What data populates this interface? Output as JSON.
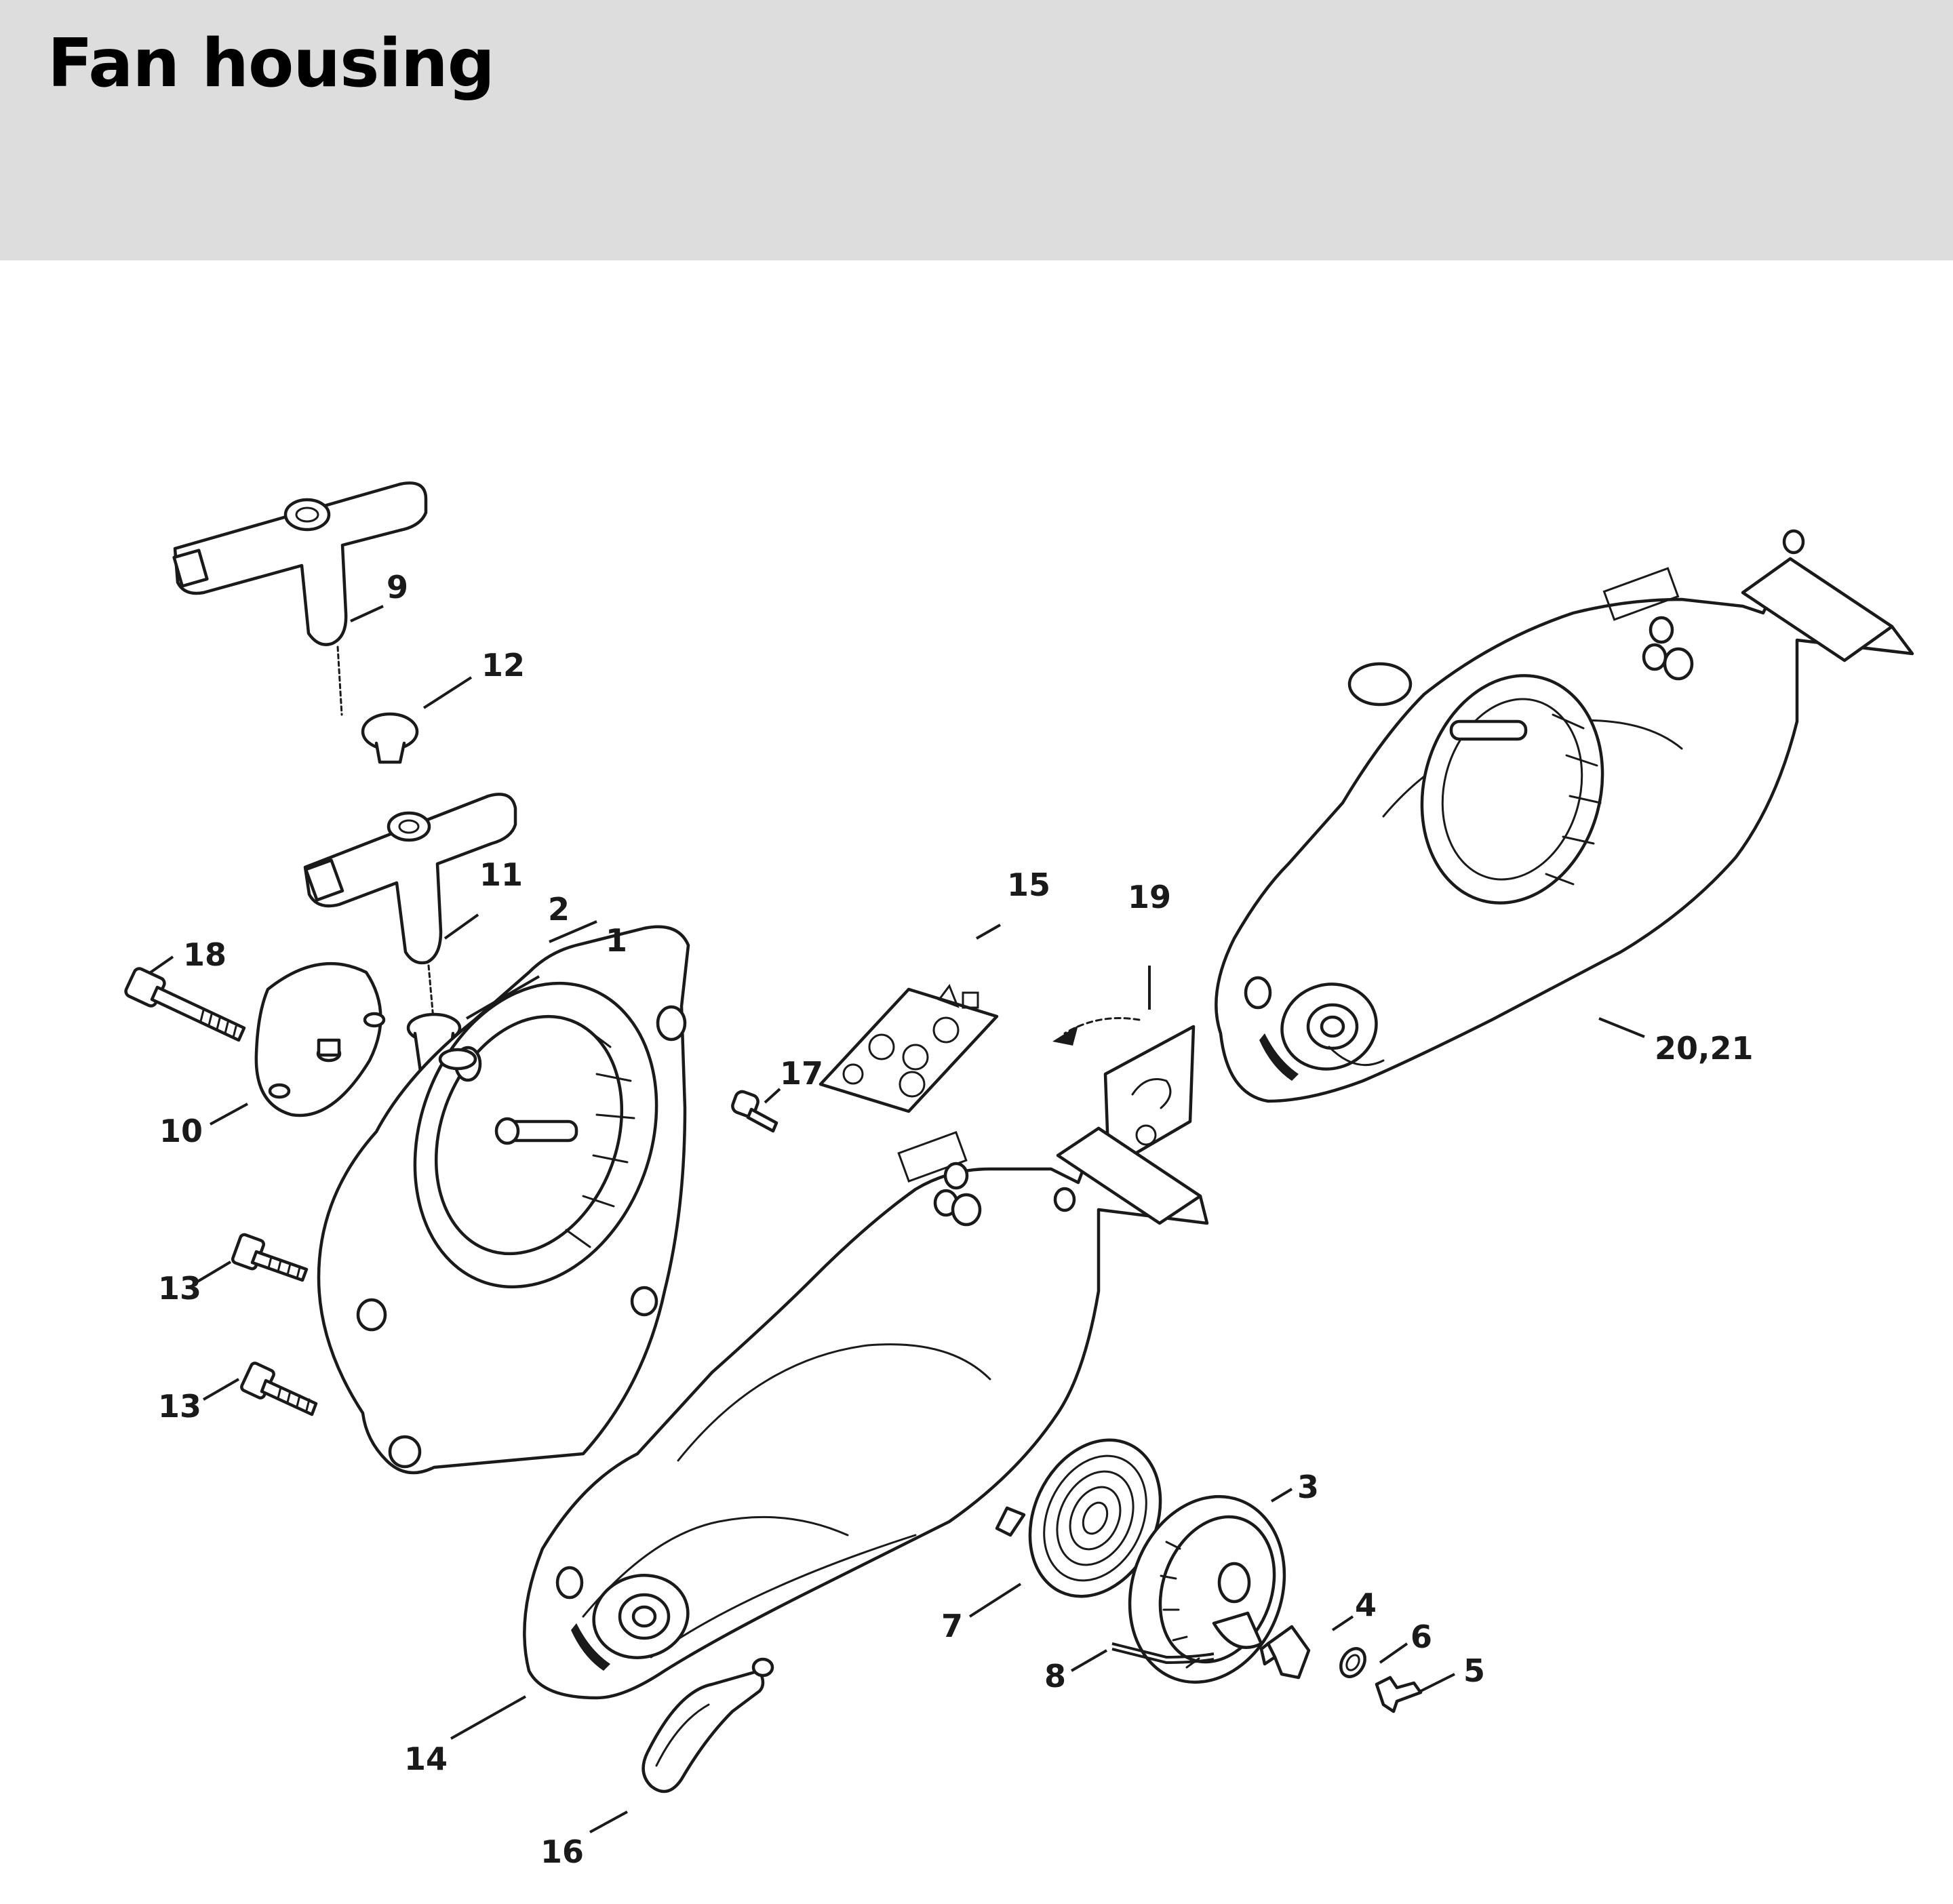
{
  "header": {
    "title": "Fan housing"
  },
  "callouts": {
    "c1": "1",
    "c2": "2",
    "c3": "3",
    "c4": "4",
    "c5": "5",
    "c6": "6",
    "c7": "7",
    "c8": "8",
    "c9": "9",
    "c10": "10",
    "c11": "11",
    "c12": "12",
    "c13a": "13",
    "c13b": "13",
    "c14": "14",
    "c15": "15",
    "c16": "16",
    "c17": "17",
    "c18": "18",
    "c19": "19",
    "c20_21": "20,21"
  },
  "colors": {
    "header_bg": "#dcdddc",
    "line": "#1a1a1a",
    "background": "#ffffff"
  }
}
